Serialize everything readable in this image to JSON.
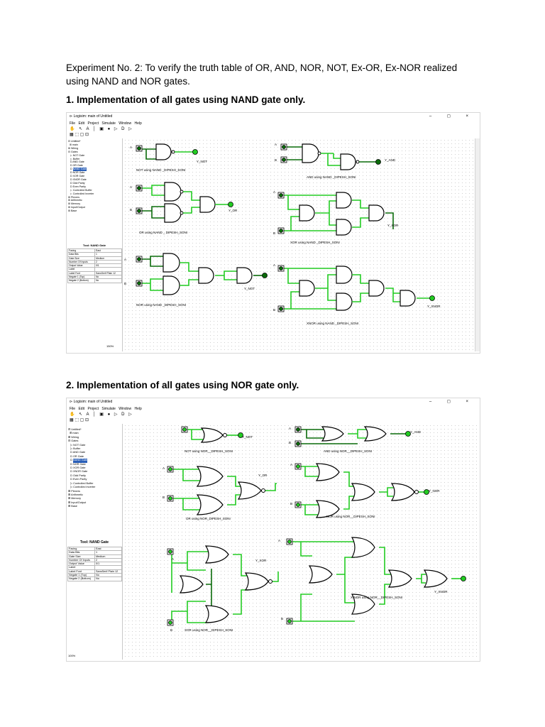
{
  "intro": "Experiment No. 2: To verify the truth table of OR, AND, NOR, NOT, Ex-OR, Ex-NOR realized using NAND and NOR gates.",
  "heading1": "1. Implementation of all gates using NAND gate only.",
  "heading2": "2. Implementation of all gates using NOR gate only.",
  "window": {
    "title": "Logisim: main of Untitled",
    "menu": [
      "File",
      "Edit",
      "Project",
      "Simulate",
      "Window",
      "Help"
    ],
    "controls": "– ◻ ×",
    "toolbar": "✋ ↖ A │ ▣ ● ▷ D ▷",
    "toolbar2": "▦ ⬚ ▢ ⊡"
  },
  "tree": {
    "root": "Untitled*",
    "items": [
      "main",
      "Wiring",
      "Gates",
      "NOT Gate",
      "Buffer",
      "AND Gate",
      "OR Gate",
      "NAND Gate",
      "NOR Gate",
      "XOR Gate",
      "XNOR Gate",
      "Odd Parity",
      "Even Parity",
      "Controlled Buffer",
      "Controlled Inverter",
      "Plexers",
      "Arithmetic",
      "Memory",
      "Input/Output",
      "Base"
    ],
    "selected": "NAND Gate"
  },
  "attr_title": "Tool: NAND Gate",
  "attributes": [
    [
      "Facing",
      "East"
    ],
    [
      "Data Bits",
      "1"
    ],
    [
      "Gate Size",
      "Medium"
    ],
    [
      "Number Of Inputs",
      "2"
    ],
    [
      "Output Value",
      "0/1"
    ],
    [
      "Label",
      ""
    ],
    [
      "Label Font",
      "SansSerif Plain 12"
    ],
    [
      "Negate 1 (Top)",
      "No"
    ],
    [
      "Negate 2 (Bottom)",
      "No"
    ]
  ],
  "zoom1": "150%",
  "zoom2": "100%",
  "nand_circuit": {
    "in_a": "A",
    "in_b": "B",
    "not_out": "Y_NOT",
    "not_caption": "NOT using NAND _DIPESH_SONI",
    "and_out": "Y_AND",
    "and_caption": "AND using NAND _DIPESH_SONI",
    "or_out": "Y_OR",
    "or_caption": "OR using NAND _ DIPESH_SONI",
    "xor_out": "Y_XOR",
    "xor_caption": "XOR using NAND _DIPESH_SONI",
    "nor_out": "Y_NOT",
    "nor_caption": "NOR using NAND _DIPESH_SONI",
    "xnor_out": "Y_XNOR",
    "xnor_caption": "XNOR using NAND _DIPESH_SONI"
  },
  "nor_circuit": {
    "in_a": "A",
    "in_b": "B",
    "not_out": "Y_NOT",
    "not_caption": "NOT using NOR__DIPESH_SONI",
    "and_out": "Y_AND",
    "and_caption": "AND using NOR__DIPESH_SONI",
    "or_out": "Y_OR",
    "or_caption": "OR using NOR_DIPESH_SONI",
    "nor_out": "Y_NOR",
    "nor_caption": "NOR using NOR__DIPESH_SONI",
    "xor_out": "Y_XOR",
    "xor_caption": "XOR using NOR__DIPESH_SONI",
    "xnor_out": "Y_XNOR",
    "xnor_caption": "X-NOR using NOR__DIPESH_SONI"
  },
  "colors": {
    "wire_on": "#22cc22",
    "wire_off": "#0a6b0a",
    "select": "#2a5fb8"
  }
}
